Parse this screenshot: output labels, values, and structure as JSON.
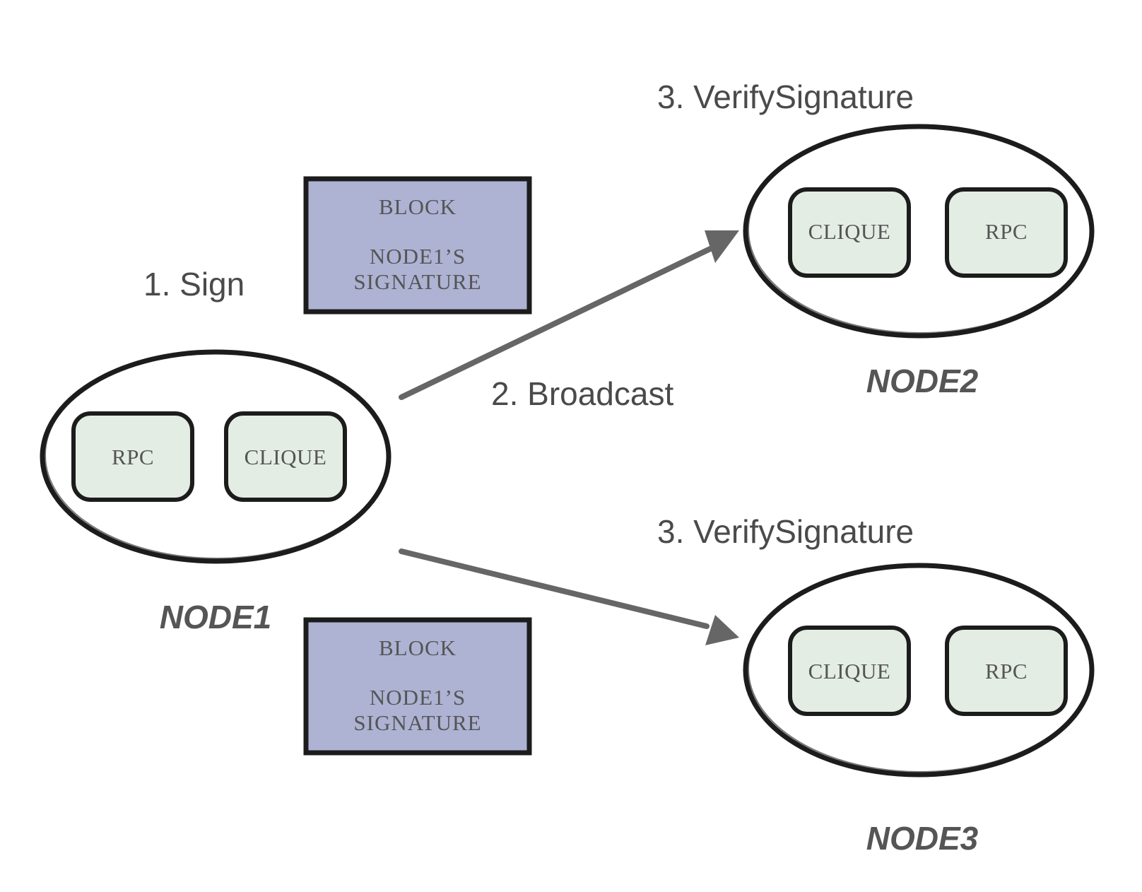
{
  "steps": {
    "sign": "1. Sign",
    "broadcast": "2. Broadcast",
    "verify_top": "3. VerifySignature",
    "verify_bottom": "3. VerifySignature"
  },
  "nodes": {
    "node1": {
      "name": "NODE1",
      "modules": [
        "RPC",
        "CLIQUE"
      ]
    },
    "node2": {
      "name": "NODE2",
      "modules": [
        "CLIQUE",
        "RPC"
      ]
    },
    "node3": {
      "name": "NODE3",
      "modules": [
        "CLIQUE",
        "RPC"
      ]
    }
  },
  "blocks": [
    {
      "title": "BLOCK",
      "line1": "NODE1’S",
      "line2": "SIGNATURE"
    },
    {
      "title": "BLOCK",
      "line1": "NODE1’S",
      "line2": "SIGNATURE"
    }
  ],
  "colors": {
    "block_fill": "#aeb3d4",
    "module_fill": "#e4ede3",
    "outline": "#1c1c1c",
    "arrow": "#666666",
    "text": "#4a4a4a"
  }
}
